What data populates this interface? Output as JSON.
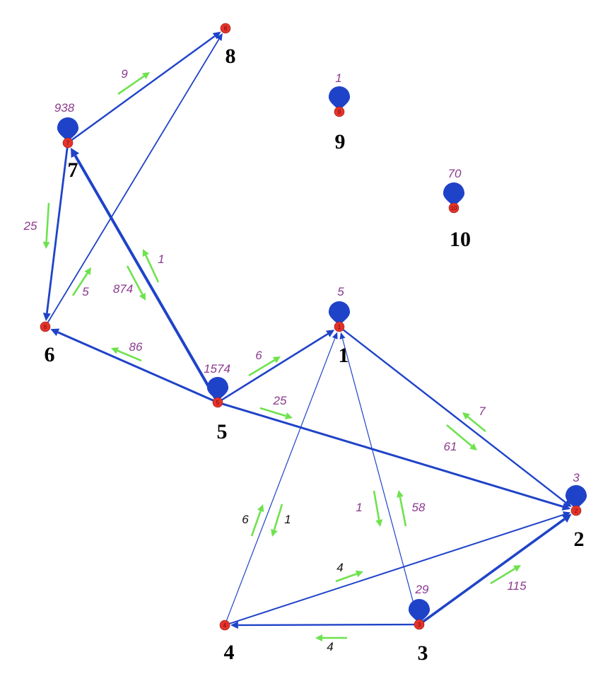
{
  "graph": {
    "colors": {
      "edge": "#1f43c8",
      "node": "#e5322b",
      "flow_arrow": "#6ee24e",
      "count_label": "#8b3a8f",
      "node_label": "#000000"
    },
    "nodes": [
      {
        "id": "1",
        "label": "1",
        "self_count": "5"
      },
      {
        "id": "2",
        "label": "2",
        "self_count": "3"
      },
      {
        "id": "3",
        "label": "3",
        "self_count": "29"
      },
      {
        "id": "4",
        "label": "4",
        "self_count": ""
      },
      {
        "id": "5",
        "label": "5",
        "self_count": "1574"
      },
      {
        "id": "6",
        "label": "6",
        "self_count": ""
      },
      {
        "id": "7",
        "label": "7",
        "self_count": "938"
      },
      {
        "id": "8",
        "label": "8",
        "self_count": ""
      },
      {
        "id": "9",
        "label": "9",
        "self_count": "1"
      },
      {
        "id": "10",
        "label": "10",
        "self_count": "70"
      }
    ],
    "edges": [
      {
        "from": "5",
        "to": "1",
        "count": "6"
      },
      {
        "from": "5",
        "to": "6",
        "count": "86"
      },
      {
        "from": "5",
        "to": "2",
        "count": "25"
      },
      {
        "from": "5",
        "to": "7",
        "count": "874"
      },
      {
        "from": "7",
        "to": "5",
        "count": "1"
      },
      {
        "from": "7",
        "to": "8",
        "count": "9"
      },
      {
        "from": "7",
        "to": "6",
        "count": "25"
      },
      {
        "from": "6",
        "to": "8",
        "count": "5"
      },
      {
        "from": "1",
        "to": "2",
        "count": "61"
      },
      {
        "from": "2",
        "to": "1",
        "count": "7"
      },
      {
        "from": "4",
        "to": "1",
        "count": "6"
      },
      {
        "from": "1",
        "to": "4",
        "count": "1"
      },
      {
        "from": "1",
        "to": "3",
        "count": "1"
      },
      {
        "from": "3",
        "to": "1",
        "count": "58"
      },
      {
        "from": "4",
        "to": "2",
        "count": "4"
      },
      {
        "from": "3",
        "to": "4",
        "count": "4"
      },
      {
        "from": "3",
        "to": "2",
        "count": "115"
      }
    ]
  }
}
